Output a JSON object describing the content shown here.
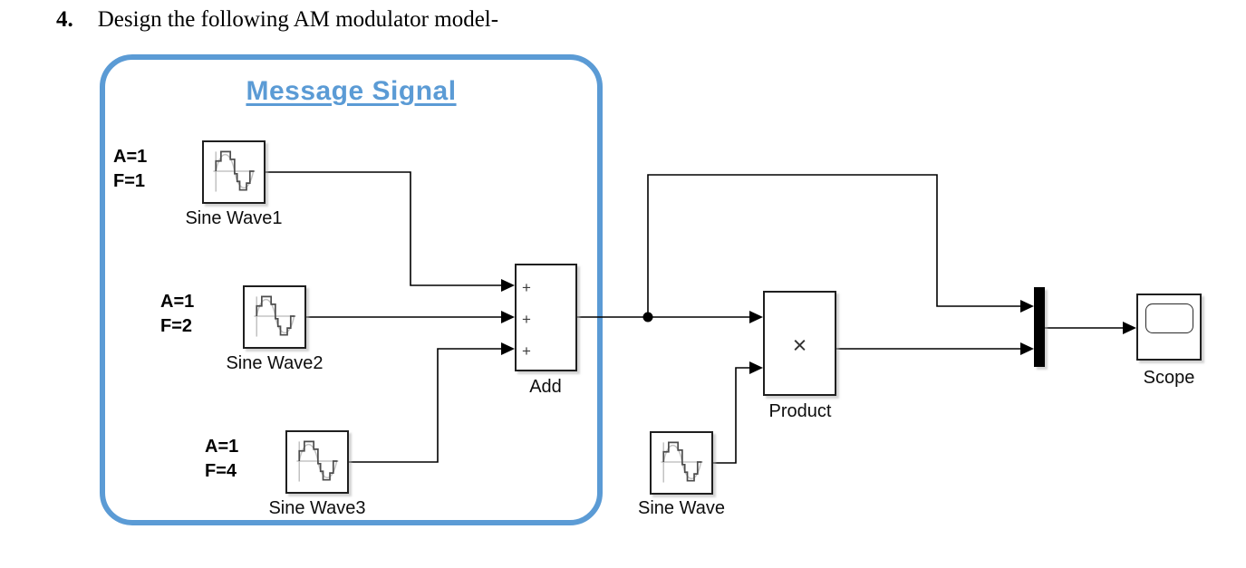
{
  "title": {
    "number": "4.",
    "text": "Design the following AM modulator model-"
  },
  "accent_color": "#5B9BD5",
  "group": {
    "label": "Message Signal"
  },
  "blocks": {
    "sine_wave_1": {
      "label": "Sine Wave1",
      "param_a": "A=1",
      "param_f": "F=1"
    },
    "sine_wave_2": {
      "label": "Sine Wave2",
      "param_a": "A=1",
      "param_f": "F=2"
    },
    "sine_wave_3": {
      "label": "Sine Wave3",
      "param_a": "A=1",
      "param_f": "F=4"
    },
    "add": {
      "label": "Add",
      "port_1": "+",
      "port_2": "+",
      "port_3": "+"
    },
    "product": {
      "label": "Product",
      "symbol": "×"
    },
    "carrier": {
      "label": "Sine Wave"
    },
    "scope": {
      "label": "Scope"
    }
  }
}
